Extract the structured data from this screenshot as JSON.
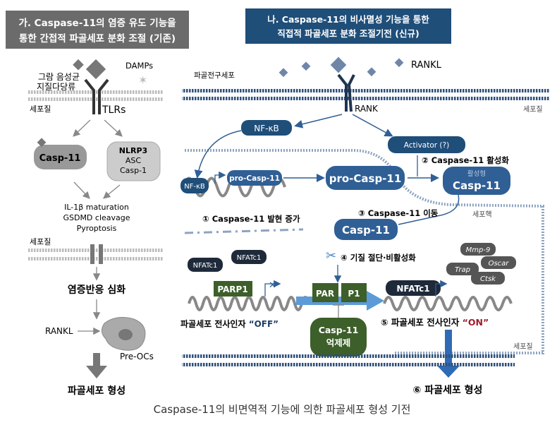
{
  "left_panel": {
    "header_line1": "가. Caspase-11의 염증 유도 기능을",
    "header_line2": "통한 간접적 파골세포 분화 조절 (기존)",
    "header_color": "#6b6b6b",
    "damps": "DAMPs",
    "lps_line1": "그람 음성균",
    "lps_line2": "지질다당류",
    "cytoplasm": "세포질",
    "tlrs": "TLRs",
    "casp11": "Casp-11",
    "nlrp3": "NLRP3",
    "asc": "ASC",
    "casp1": "Casp-1",
    "il1b": "IL-1β maturation",
    "gsdmd": "GSDMD cleavage",
    "pyroptosis": "Pyroptosis",
    "cytoplasm2": "세포질",
    "inflammation": "염증반응 심화",
    "rankl": "RANKL",
    "preocs": "Pre-OCs",
    "osteoclast": "파골세포 형성"
  },
  "right_panel": {
    "header_line1": "나. Caspase-11의 비사멸성 기능을 통한",
    "header_line2": "직접적 파골세포 분화 조절기전 (신규)",
    "header_color": "#1f4e79",
    "rankl": "RANKL",
    "precursor": "파골전구세포",
    "rank": "RANK",
    "cytoplasm_top": "세포질",
    "nfkb": "NF-κB",
    "activator": "Activator (?)",
    "step2": "② Caspase-11 활성화",
    "nfkb_small": "NF-κB",
    "pro_casp_small": "pro-Casp-11",
    "pro_casp_big": "pro-Casp-11",
    "active_label": "활성형",
    "active_casp": "Casp-11",
    "step1": "① Caspase-11 발현 증가",
    "step3": "③ Caspase-11 이동",
    "nucleus": "세포핵",
    "casp11": "Casp-11",
    "nfatc1_a": "NFATc1",
    "nfatc1_b": "NFATc1",
    "step4": "④ 기질 절단·비활성화",
    "genes": [
      "Mmp-9",
      "Oscar",
      "Trap",
      "Ctsk"
    ],
    "parp1": "PARP1",
    "parp_left": "PAR",
    "parp_right": "P1",
    "off_prefix": "파골세포 전사인자 ",
    "off": "“OFF”",
    "inhibitor_line1": "Casp-11",
    "inhibitor_line2": "억제제",
    "nfatc1_c": "NFATc1",
    "on_prefix": "⑤ 파골세포 전사인자 ",
    "on": "“ON”",
    "cytoplasm_bottom": "세포질",
    "step6": "⑥ 파골세포 형성",
    "blue": "#2f5f95",
    "green": "#3d5f2a",
    "on_color": "#a01c2c"
  },
  "caption": "Caspase-11의 비면역적 기능에 의한 파골세포 형성 기전"
}
